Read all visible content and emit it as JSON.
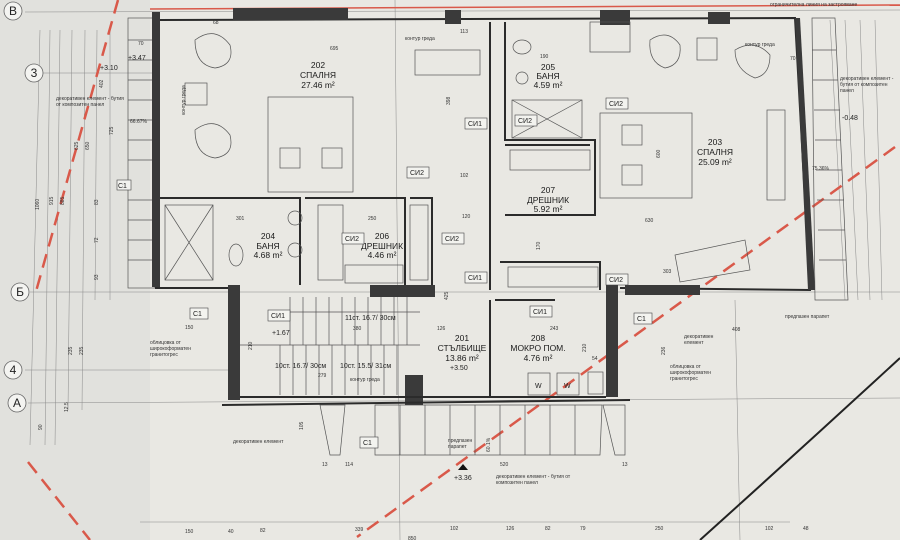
{
  "axes": {
    "v": "В",
    "three": "3",
    "b": "Б",
    "four": "4",
    "a": "А"
  },
  "rooms": [
    {
      "num": "202",
      "name": "СПАЛНЯ",
      "area": "27.46 m²"
    },
    {
      "num": "203",
      "name": "СПАЛНЯ",
      "area": "25.09 m²"
    },
    {
      "num": "204",
      "name": "БАНЯ",
      "area": "4.68 m²"
    },
    {
      "num": "205",
      "name": "БАНЯ",
      "area": "4.59 m²"
    },
    {
      "num": "206",
      "name": "ДРЕШНИК",
      "area": "4.46 m²"
    },
    {
      "num": "207",
      "name": "ДРЕШНИК",
      "area": "5.92 m²"
    },
    {
      "num": "201",
      "name": "СТЪЛБИЩЕ",
      "area": "13.86 m²"
    },
    {
      "num": "208",
      "name": "МОКРО ПОМ.",
      "area": "4.76 m²"
    }
  ],
  "levels": {
    "l1": "+3.10",
    "l2": "+3.47",
    "l3": "-0.48",
    "l4": "+1.67",
    "l5": "+3.50",
    "l6": "+3.36"
  },
  "stairs": {
    "s1": "11ст. 16.7/ 30см",
    "s2": "10ст. 16.7/ 30см",
    "s3": "10ст. 15.5/ 31см"
  },
  "tags": {
    "si1": "СИ1",
    "si2": "СИ2",
    "c1": "C1",
    "w": "W"
  },
  "notes": {
    "kontur": "контур греда",
    "dekor_panel": "декоративен елемент - бутия от композитен панел",
    "oblitsovka": "облицовка от широкоформатен гранитогрес",
    "dekor": "декоративен елемент",
    "parapet": "предпазен парапет",
    "granica": "ограничителна линия на застрояване",
    "slope1": "66.67%",
    "slope2": "75.36%",
    "slope3": "60.1%"
  },
  "dims": {
    "d695": "695",
    "d68": "68",
    "d113": "113",
    "d398": "398",
    "d102": "102",
    "d120": "120",
    "d250": "250",
    "d301": "301",
    "d190": "190",
    "d600": "600",
    "d630": "630",
    "d303": "303",
    "d170": "170",
    "d425": "425",
    "d243": "243",
    "d210": "210",
    "d380": "380",
    "d126": "126",
    "d279": "279",
    "d150": "150",
    "d114": "114",
    "d520": "520",
    "d105": "105",
    "d13": "13",
    "d408": "408",
    "d236": "236",
    "d54": "54",
    "d70": "70",
    "d1060": "1060",
    "d915": "915",
    "d885": "885",
    "d625": "625",
    "d650": "650",
    "d725": "725",
    "d402": "402",
    "d83": "83",
    "d72": "72",
    "d93": "93",
    "d235": "235",
    "d90": "90",
    "d125": "12.5",
    "b150": "150",
    "b40": "40",
    "b82": "82",
    "b339": "339",
    "b102": "102",
    "b126": "126",
    "b82b": "82",
    "b79": "79",
    "b250": "250",
    "b102b": "102",
    "b48": "48",
    "b850": "850"
  }
}
